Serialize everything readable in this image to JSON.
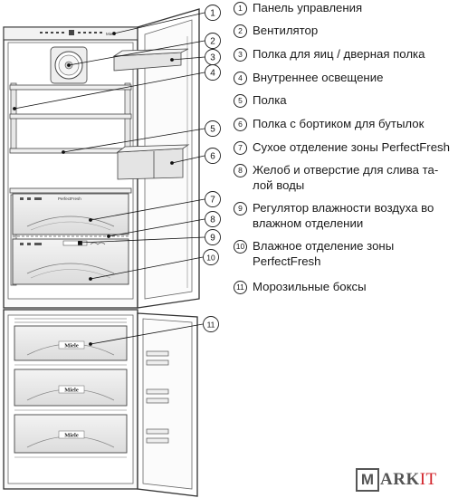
{
  "diagram": {
    "callouts": [
      {
        "n": "1"
      },
      {
        "n": "2"
      },
      {
        "n": "3"
      },
      {
        "n": "4"
      },
      {
        "n": "5"
      },
      {
        "n": "6"
      },
      {
        "n": "7"
      },
      {
        "n": "8"
      },
      {
        "n": "9"
      },
      {
        "n": "10"
      },
      {
        "n": "11"
      }
    ],
    "panel_brand": "Miele",
    "crisper_label": "PerfectFresh",
    "drawer_brand": "Miele"
  },
  "legend": [
    {
      "n": "1",
      "text": "Панель управления"
    },
    {
      "n": "2",
      "text": "Вентилятор"
    },
    {
      "n": "3",
      "text": "Полка для яиц / дверная полка"
    },
    {
      "n": "4",
      "text": "Внутреннее освещение"
    },
    {
      "n": "5",
      "text": "Полка"
    },
    {
      "n": "6",
      "text": "Полка с бортиком для бутылок"
    },
    {
      "n": "7",
      "text": "Сухое отделение зоны PerfectFresh"
    },
    {
      "n": "8",
      "text": "Желоб и отверстие для слива та-лой воды"
    },
    {
      "n": "9",
      "text": "Регулятор влажности воздуха во влажном отделении"
    },
    {
      "n": "10",
      "text": "Влажное отделение зоны PerfectFresh"
    },
    {
      "n": "11",
      "text": "Морозильные боксы"
    }
  ],
  "watermark": {
    "letter": "M",
    "rest": "ARK",
    "accent": "IT"
  }
}
